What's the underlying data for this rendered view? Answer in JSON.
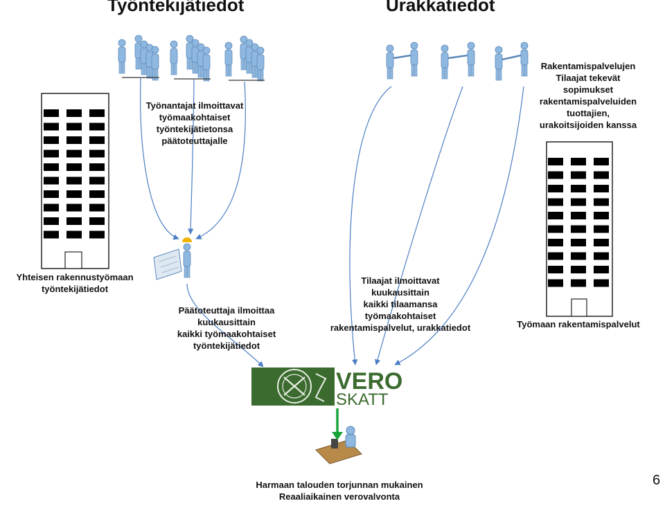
{
  "titles": {
    "left": "Työntekijätiedot",
    "right": "Urakkatiedot"
  },
  "captions": {
    "employers": [
      "Työnantajat ilmoittavat",
      "työmaakohtaiset",
      "työntekijätietonsa",
      "päätoteuttajalle"
    ],
    "contracts": [
      "Rakentamispalvelujen",
      "Tilaajat tekevät",
      "sopimukset",
      "rakentamispalveluiden",
      "tuottajien,",
      "urakoitsijoiden kanssa"
    ],
    "site_left": [
      "Yhteisen rakennustyömaan",
      "työntekijätiedot"
    ],
    "main_implementer": [
      "Päätoteuttaja ilmoittaa",
      "kuukausittain",
      "kaikki työmaakohtaiset",
      "työntekijätiedot"
    ],
    "clients": [
      "Tilaajat ilmoittavat",
      "kuukausittain",
      "kaikki tilaamansa",
      "työmaakohtaiset",
      "rakentamispalvelut, urakkatiedot"
    ],
    "site_right": [
      "Työmaan rakentamispalvelut"
    ],
    "bottom": [
      "Harmaan talouden torjunnan mukainen",
      "Reaaliaikainen verovalvonta"
    ]
  },
  "logo": {
    "line1": "VERO",
    "line2": "SKATT",
    "green": "#3b6b2e"
  },
  "colors": {
    "arrow_blue": "#4a7ec4",
    "arrow_green": "#1aa33a",
    "person": "#8fb8e0",
    "helmet": "#f0b400"
  },
  "page_number": "6"
}
